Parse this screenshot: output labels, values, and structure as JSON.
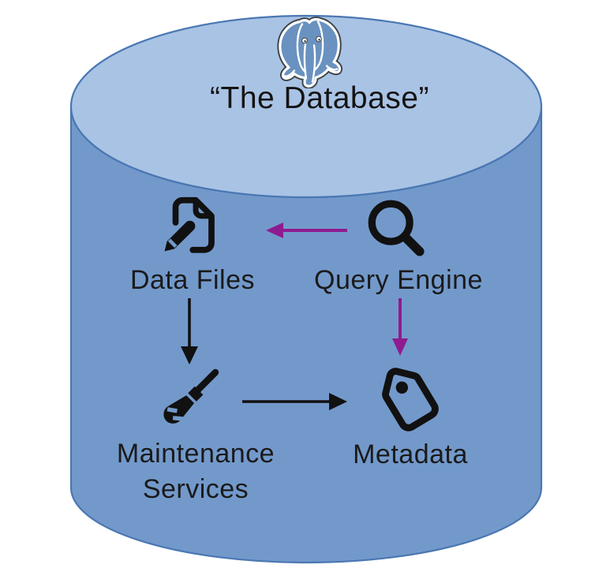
{
  "colors": {
    "cylinder_body": "#7399cb",
    "cylinder_top": "#a9c3e5",
    "cylinder_border": "#4a77b2",
    "arrow_black": "#111111",
    "arrow_purple": "#8e1b8f",
    "icon_black": "#111111",
    "elephant_blue": "#6a92c0",
    "elephant_outline": "#3b4345"
  },
  "diagram": {
    "title": "“The Database”",
    "logo": "postgresql-elephant-logo",
    "nodes": [
      {
        "id": "data-files",
        "label": "Data Files",
        "icon": "file-edit-icon"
      },
      {
        "id": "query-engine",
        "label": "Query Engine",
        "icon": "magnifier-icon"
      },
      {
        "id": "maintenance-services",
        "label": "Maintenance Services",
        "icon": "broom-icon"
      },
      {
        "id": "metadata",
        "label": "Metadata",
        "icon": "tag-icon"
      }
    ],
    "edges": [
      {
        "from": "query-engine",
        "to": "data-files",
        "color_key": "arrow_purple",
        "direction": "left"
      },
      {
        "from": "query-engine",
        "to": "metadata",
        "color_key": "arrow_purple",
        "direction": "down"
      },
      {
        "from": "data-files",
        "to": "maintenance-services",
        "color_key": "arrow_black",
        "direction": "down"
      },
      {
        "from": "maintenance-services",
        "to": "metadata",
        "color_key": "arrow_black",
        "direction": "right"
      }
    ]
  }
}
